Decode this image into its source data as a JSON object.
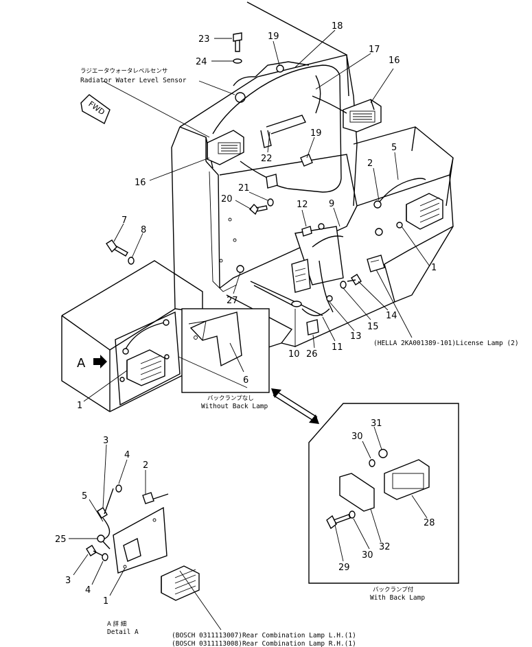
{
  "callouts": {
    "c1a": "1",
    "c1b": "1",
    "c1c": "1",
    "c2a": "2",
    "c2b": "2",
    "c3a": "3",
    "c3b": "3",
    "c4a": "4",
    "c4b": "4",
    "c5a": "5",
    "c5b": "5",
    "c6": "6",
    "c7": "7",
    "c8": "8",
    "c9": "9",
    "c10": "10",
    "c11": "11",
    "c12": "12",
    "c13": "13",
    "c14": "14",
    "c15": "15",
    "c16a": "16",
    "c16b": "16",
    "c17": "17",
    "c18": "18",
    "c19a": "19",
    "c19b": "19",
    "c20": "20",
    "c21": "21",
    "c22": "22",
    "c23": "23",
    "c24": "24",
    "c25": "25",
    "c26": "26",
    "c27": "27",
    "c28": "28",
    "c29": "29",
    "c30a": "30",
    "c30b": "30",
    "c31": "31",
    "c32": "32"
  },
  "labels": {
    "sensor_jp": "ラジエータウォータレベルセンサ",
    "sensor_en": "Radiator Water Level Sensor",
    "fwd": "FWD",
    "view_a": "A",
    "license_lamp": "(HELLA 2KA001389-101)License Lamp (2)",
    "without_back_jp": "バックランプなし",
    "without_back_en": "Without Back Lamp",
    "with_back_jp": "バックランプ付",
    "with_back_en": "With Back Lamp",
    "detail_jp": "A 詳 細",
    "detail_en": "Detail A",
    "rear_lh": "(BOSCH 0311113007)Rear Combination Lamp L.H.(1)",
    "rear_rh": "(BOSCH 0311113008)Rear Combination Lamp R.H.(1)"
  }
}
